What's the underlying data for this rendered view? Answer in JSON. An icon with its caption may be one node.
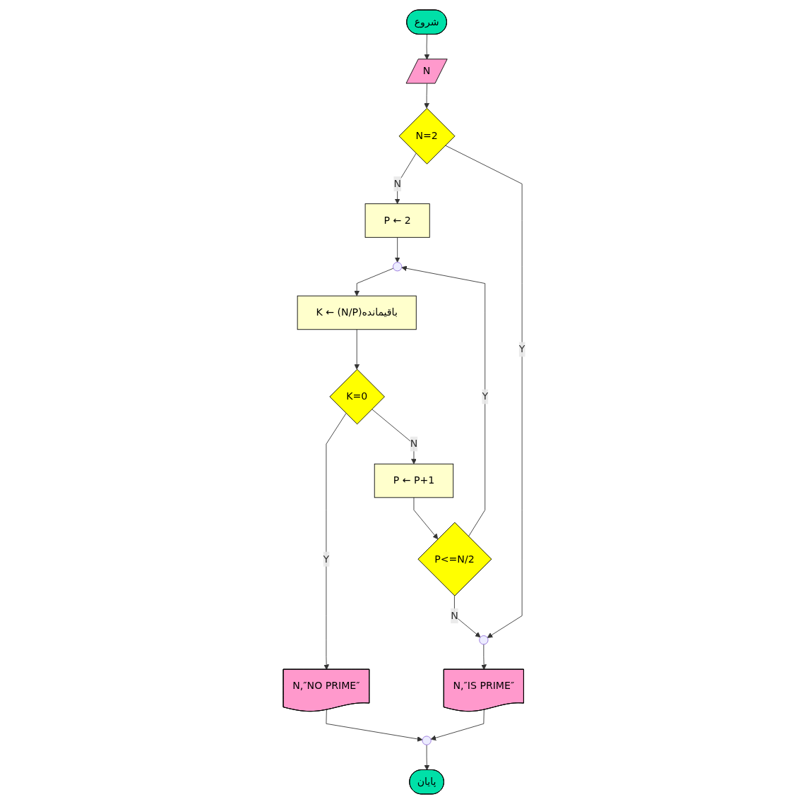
{
  "diagram": {
    "nodes": [
      {
        "text": [
          "شروع"
        ]
      },
      {
        "text": [
          "N"
        ]
      },
      {
        "text": [
          "N=2"
        ]
      },
      {
        "text": [
          "P ← 2"
        ]
      },
      {
        "text": [],
        "shape": "circle"
      },
      {
        "text": [
          "K ← (N/P)باقیمانده"
        ]
      },
      {
        "text": [
          "K=0"
        ]
      },
      {
        "text": [
          "N,″NO PRIME″"
        ]
      },
      {
        "text": [
          "P ← P+1"
        ]
      },
      {
        "text": [
          "P<=N/2"
        ]
      },
      {
        "text": [],
        "shape": "circle"
      },
      {
        "text": [
          "N,″IS PRIME″"
        ]
      },
      {
        "text": [],
        "shape": "circle"
      },
      {
        "text": [
          "پایان"
        ]
      }
    ],
    "edges": [
      {
        "from": 0,
        "to": 1,
        "arrow": "to"
      },
      {
        "from": 1,
        "to": 2,
        "arrow": "to"
      },
      {
        "from": 2,
        "to": 3,
        "arrow": "to",
        "label": "N"
      },
      {
        "from": 2,
        "to": 10,
        "arrow": "to",
        "label": "Y"
      },
      {
        "from": 3,
        "to": 4,
        "arrow": "to"
      },
      {
        "from": 4,
        "to": 5,
        "arrow": "to"
      },
      {
        "from": 5,
        "to": 6,
        "arrow": "to"
      },
      {
        "from": 6,
        "to": 7,
        "arrow": "to",
        "label": "Y"
      },
      {
        "from": 6,
        "to": 8,
        "arrow": "to",
        "label": "N"
      },
      {
        "from": 8,
        "to": 9,
        "arrow": "to"
      },
      {
        "from": 9,
        "to": 4,
        "arrow": "to",
        "label": "Y"
      },
      {
        "from": 9,
        "to": 10,
        "arrow": "to",
        "label": "N"
      },
      {
        "from": 10,
        "to": 11,
        "arrow": "to"
      },
      {
        "from": 11,
        "to": 12,
        "arrow": "to"
      },
      {
        "from": 7,
        "to": 12,
        "arrow": "to"
      },
      {
        "from": 12,
        "to": 13,
        "arrow": "to"
      }
    ]
  }
}
